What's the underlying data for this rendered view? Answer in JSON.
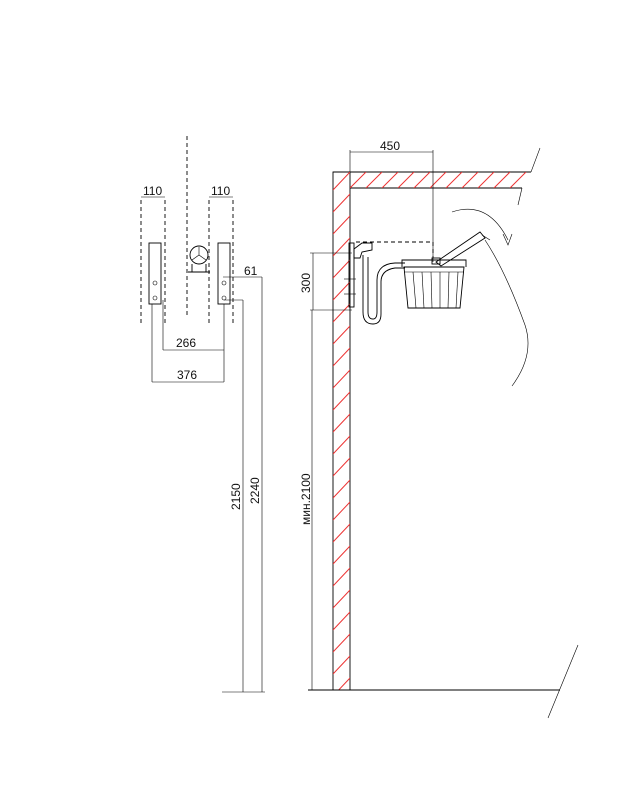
{
  "dimensions": {
    "left_bracket_width": "110",
    "right_bracket_width": "110",
    "offset": "61",
    "inner_span": "266",
    "outer_span": "376",
    "height_a": "2150",
    "height_b": "2240",
    "depth": "450",
    "mount_height": "300",
    "min_height": "мин.2100"
  },
  "colors": {
    "hatch": "#e33333",
    "line": "#000000"
  }
}
